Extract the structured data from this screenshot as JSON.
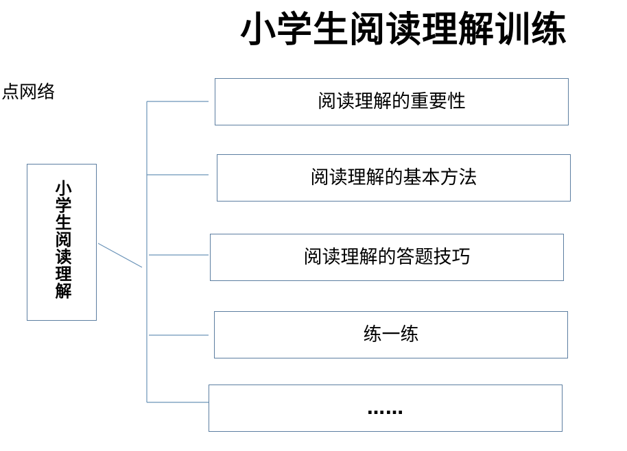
{
  "title": "小学生阅读理解训练",
  "side_label": "点网络",
  "root": {
    "label": "小学生阅读理解"
  },
  "branches": [
    {
      "label": "阅读理解的重要性"
    },
    {
      "label": "阅读理解的基本方法"
    },
    {
      "label": "阅读理解的答题技巧"
    },
    {
      "label": "练一练"
    },
    {
      "label": "……"
    }
  ],
  "colors": {
    "border": "#5b7da0",
    "connector": "#6a93b8"
  }
}
